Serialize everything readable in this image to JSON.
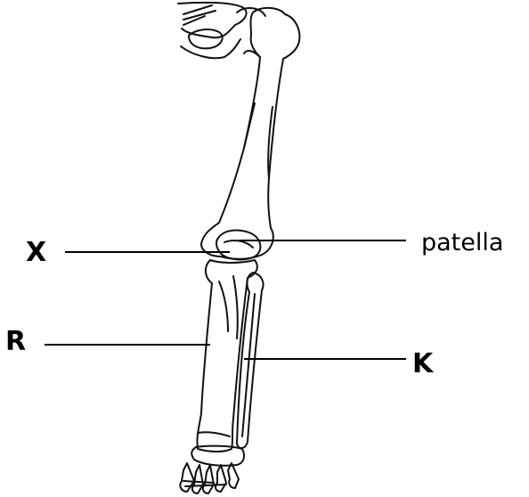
{
  "labels": {
    "x": "X",
    "patella": "patella",
    "r": "R",
    "k": "K"
  },
  "colors": {
    "line": "#000000",
    "background": "#ffffff"
  }
}
